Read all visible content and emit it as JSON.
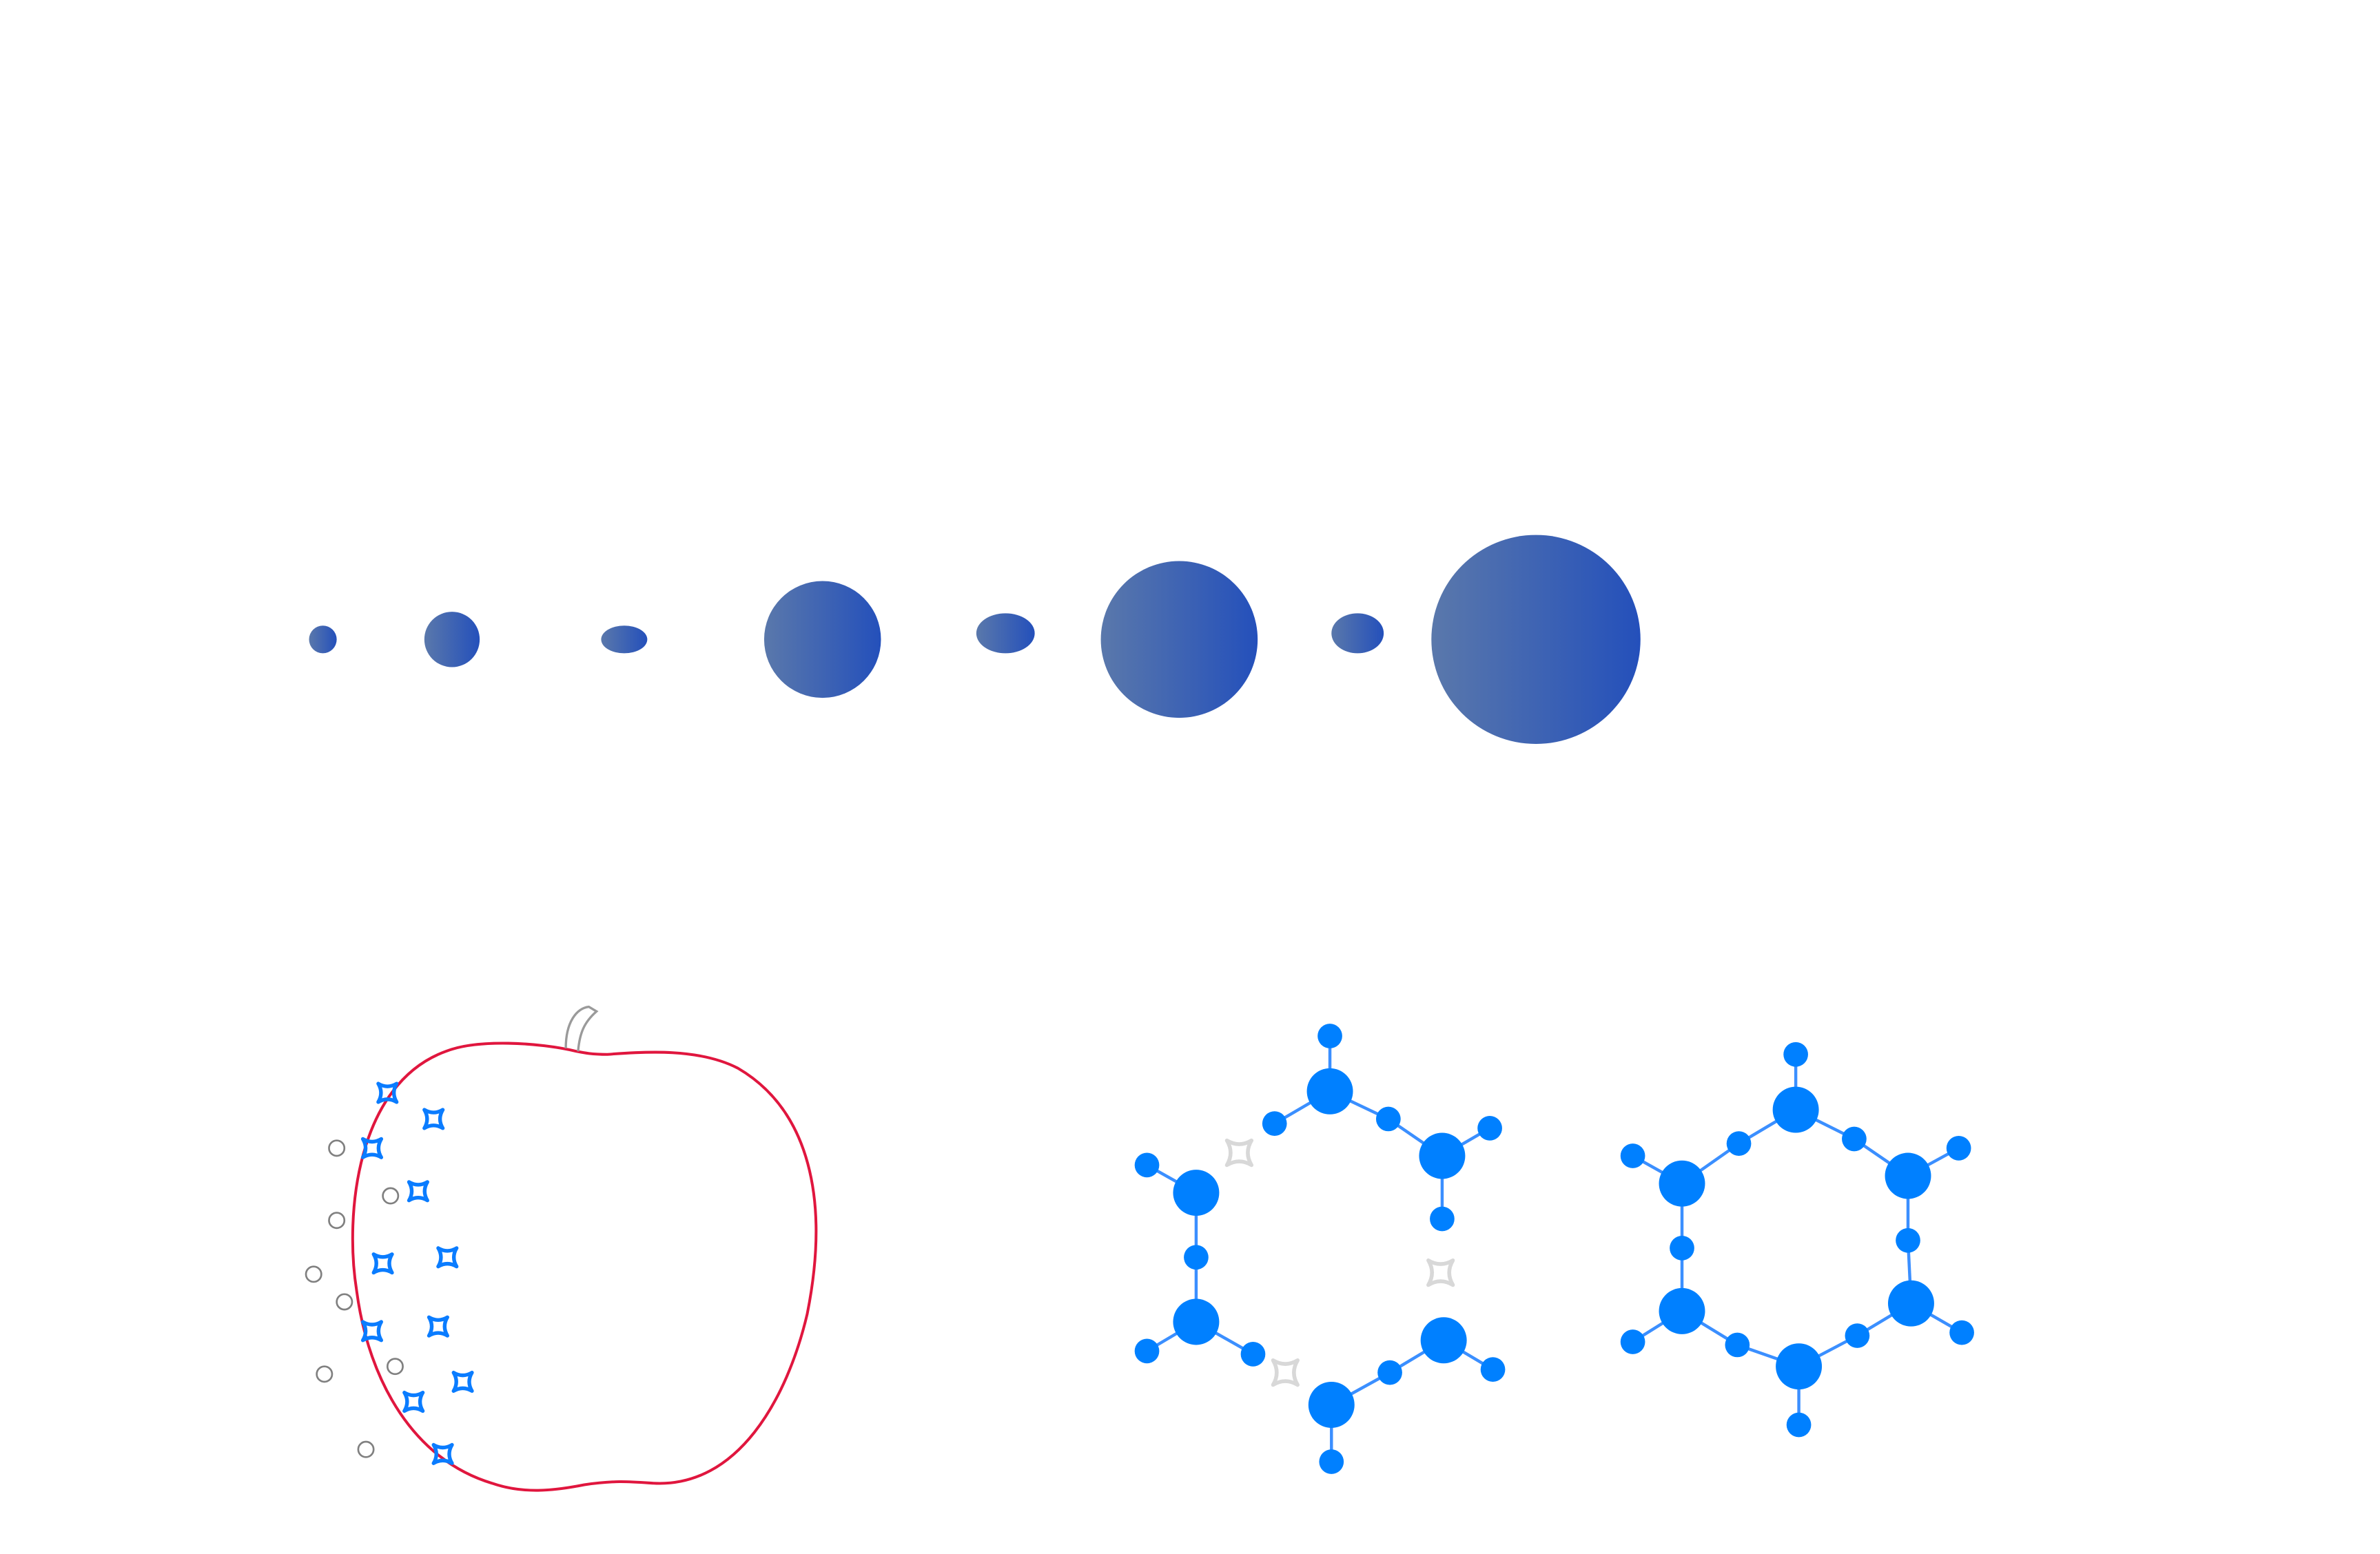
{
  "colors": {
    "background": "#ffffff",
    "gradient_start": "#5a78ab",
    "gradient_end": "#2450bb",
    "apple_outline": "#e0163e",
    "apple_stem": "#9a9a9a",
    "marker_blue": "#0a7cff",
    "marker_gray": "#808080",
    "molecule_blue": "#0080ff",
    "molecule_bond": "#3b8fff",
    "faded_marker": "#d8d8d8"
  },
  "icons": {
    "sphere": "gradient-circle",
    "marker": "four-point-star",
    "point": "hollow-circle"
  }
}
